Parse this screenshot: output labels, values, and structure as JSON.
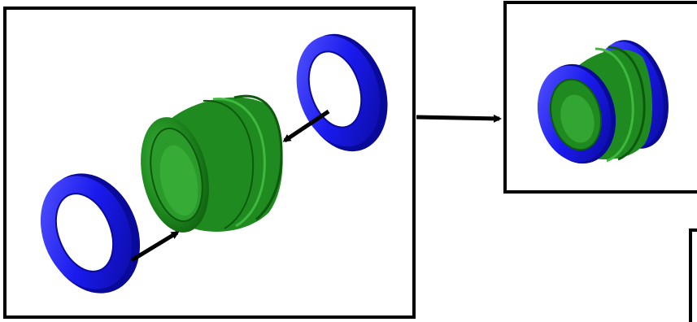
{
  "diagram": {
    "panels": [
      {
        "id": "exploded-view",
        "parts": [
          "left-ring",
          "body",
          "right-ring"
        ]
      },
      {
        "id": "assembled-view",
        "parts": [
          "left-ring",
          "body",
          "right-ring"
        ]
      },
      {
        "id": "partial-panel"
      }
    ],
    "arrows": [
      {
        "id": "left-ring-to-body"
      },
      {
        "id": "right-ring-to-body"
      },
      {
        "id": "exploded-to-assembled"
      }
    ],
    "colors": {
      "ring": "#1a1aee",
      "ring_dark": "#0a0a9a",
      "ring_light": "#5a5aff",
      "body": "#1f8a1f",
      "body_dark": "#0d5a0d",
      "body_light": "#3fb83f",
      "frame": "#000000",
      "background": "#ffffff"
    }
  }
}
